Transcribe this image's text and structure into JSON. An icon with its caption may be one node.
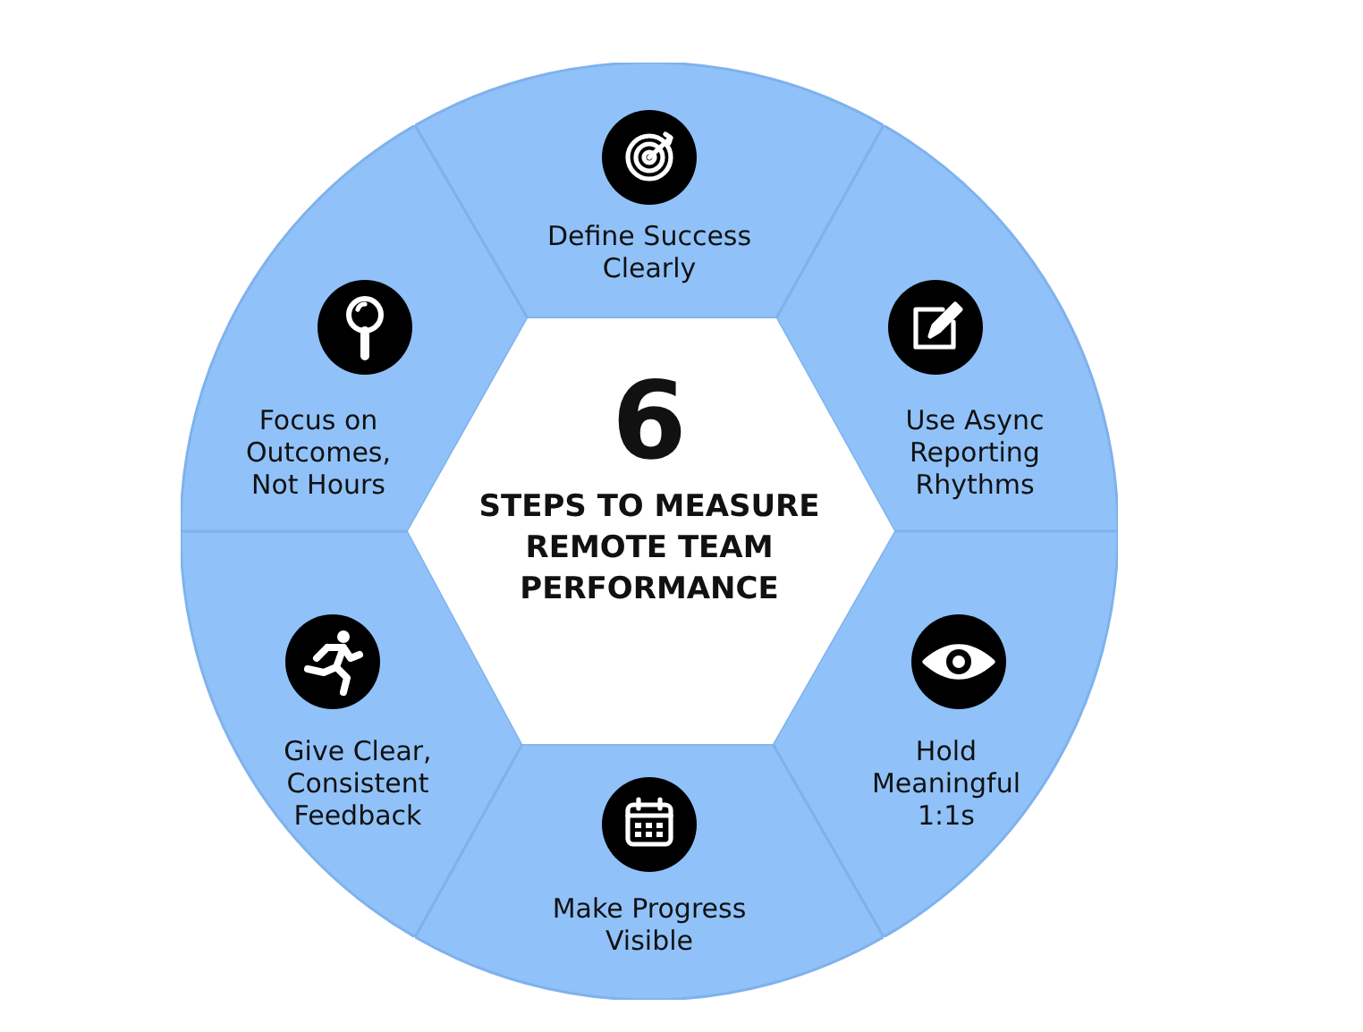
{
  "diagram": {
    "nodes": [
      {
        "text": [
          "6",
          "STEPS TO MEASURE REMOTE TEAM PERFORMANCE"
        ]
      },
      {
        "text": [
          "Define Success Clearly"
        ]
      },
      {
        "text": [
          "Use Async Reporting Rhythms"
        ]
      },
      {
        "text": [
          "Hold Meaningful 1:1s"
        ]
      },
      {
        "text": [
          "Make Progress Visible"
        ]
      },
      {
        "text": [
          "Give Clear, Consistent Feedback"
        ]
      },
      {
        "text": [
          "Focus on Outcomes, Not Hours"
        ]
      }
    ]
  }
}
